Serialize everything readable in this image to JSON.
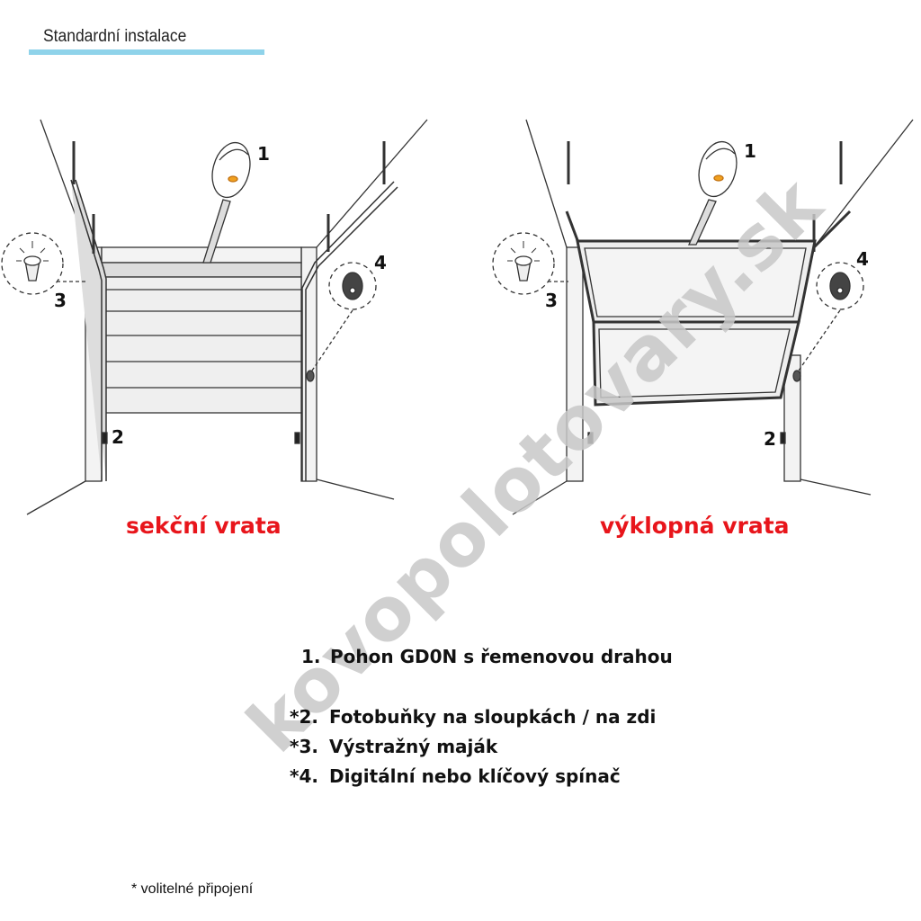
{
  "header": {
    "title": "Standardní instalace",
    "accent_color": "#8fd3ea"
  },
  "diagrams": [
    {
      "caption": "sekční vrata",
      "labels": [
        "1",
        "2",
        "3",
        "4"
      ]
    },
    {
      "caption": "výklopná vrata",
      "labels": [
        "1",
        "2",
        "3",
        "4"
      ]
    }
  ],
  "caption_color": "#e8151b",
  "legend": [
    {
      "num": "1.",
      "text": "Pohon GD0N s řemenovou drahou"
    },
    {
      "num": "*2.",
      "text": "Fotobuňky na sloupkách / na zdi"
    },
    {
      "num": "*3.",
      "text": "Výstražný maják"
    },
    {
      "num": "*4.",
      "text": "Digitální nebo klíčový spínač"
    }
  ],
  "footnote": "* volitelné připojení",
  "watermark": "kovopolotovary.sk"
}
